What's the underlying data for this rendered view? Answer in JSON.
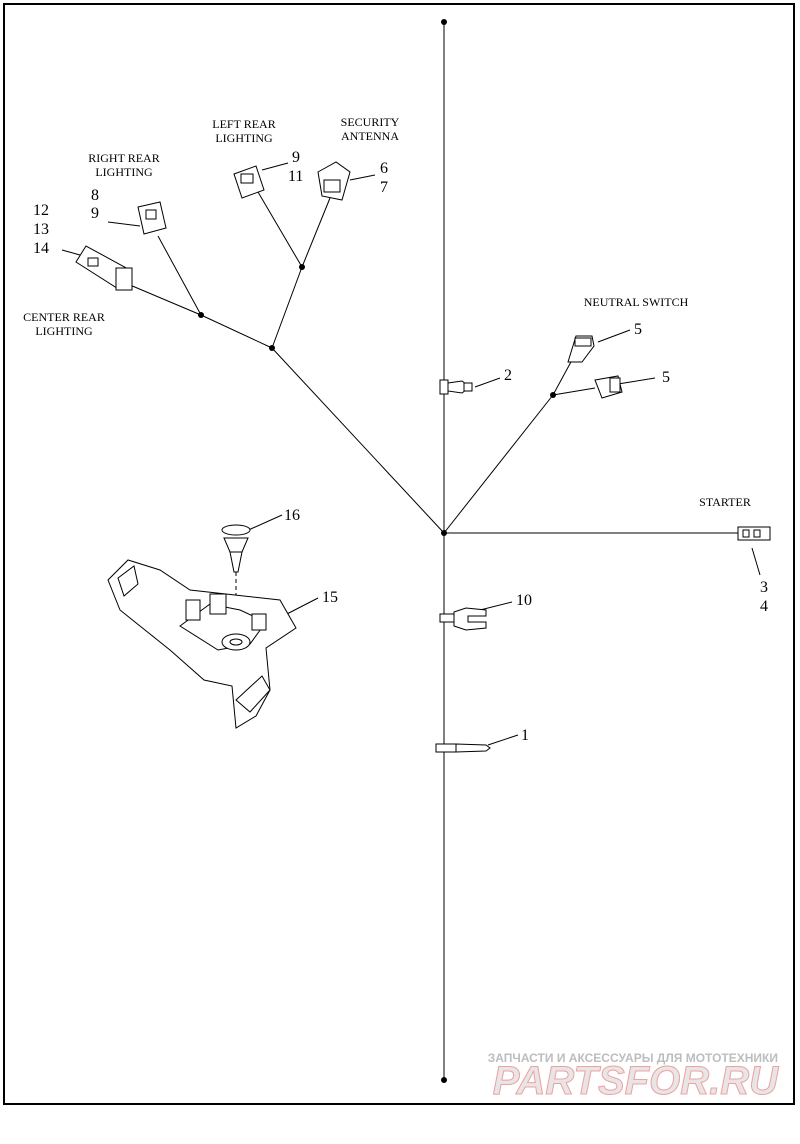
{
  "captions": {
    "right_rear_lighting": [
      "RIGHT REAR",
      "LIGHTING"
    ],
    "left_rear_lighting": [
      "LEFT REAR",
      "LIGHTING"
    ],
    "security_antenna": [
      "SECURITY",
      "ANTENNA"
    ],
    "center_rear_lighting": [
      "CENTER REAR",
      "LIGHTING"
    ],
    "neutral_switch": "NEUTRAL SWITCH",
    "starter": "STARTER"
  },
  "callouts": {
    "c1": "1",
    "c2": "2",
    "c3": "3",
    "c4": "4",
    "c5a": "5",
    "c5b": "5",
    "c6": "6",
    "c7": "7",
    "c8": "8",
    "c9a": "9",
    "c9b": "9",
    "c10": "10",
    "c11": "11",
    "c12": "12",
    "c13": "13",
    "c14": "14",
    "c15": "15",
    "c16": "16"
  },
  "watermark": {
    "line1": "ЗАПЧАСТИ И АКСЕССУАРЫ ДЛЯ МОТОТЕХНИКИ",
    "line2": "PARTSFOR.RU"
  }
}
